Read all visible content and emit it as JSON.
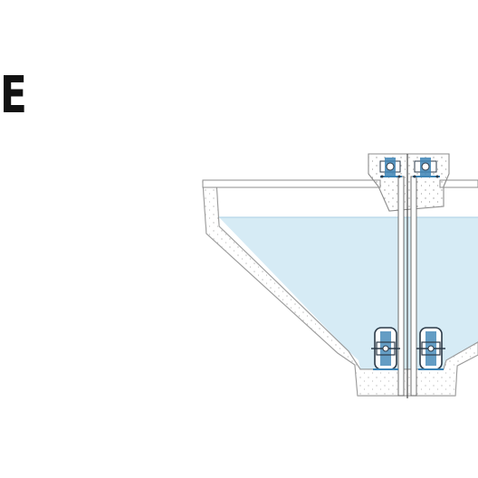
{
  "panel": {
    "label": "E"
  },
  "colors": {
    "water": "#d6ebf5",
    "concrete_fill": "#ffffff",
    "concrete_edge": "#8c8c8c",
    "aggregate_dots": "#9a9a9a",
    "machinery_blue": "#3d84b5",
    "machinery_dark": "#2b3a48",
    "shaft": "#6c6c6c"
  },
  "components": [
    {
      "name": "top-drive-unit-left",
      "icon": "gear-drive"
    },
    {
      "name": "top-drive-unit-right",
      "icon": "gear-drive"
    },
    {
      "name": "bottom-bearing-unit-left",
      "icon": "bearing-housing"
    },
    {
      "name": "bottom-bearing-unit-right",
      "icon": "bearing-housing"
    }
  ]
}
